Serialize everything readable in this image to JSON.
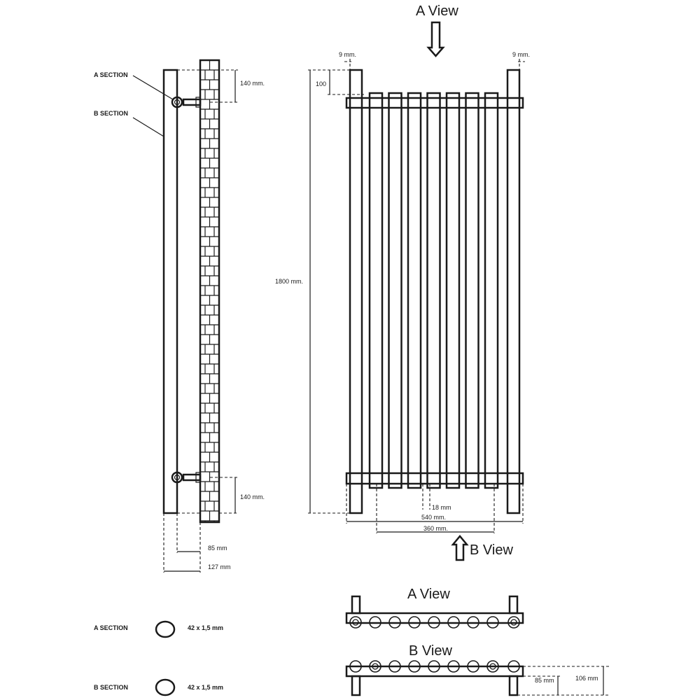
{
  "views": {
    "a_view_top": "A View",
    "b_view_arrow": "B View",
    "a_view_bottom": "A View",
    "b_view_bottom": "B View"
  },
  "side": {
    "a_section_label": "A  SECTION",
    "b_section_label": "B  SECTION",
    "dim_top_140": "140 mm.",
    "dim_bottom_140": "140 mm.",
    "dim_85": "85 mm",
    "dim_127": "127 mm"
  },
  "front": {
    "dim_9_left": "9 mm.",
    "dim_9_right": "9 mm.",
    "dim_100": "100",
    "dim_1800": "1800  mm.",
    "dim_18": "18 mm",
    "dim_540": "540 mm.",
    "dim_360": "360 mm."
  },
  "plan": {
    "dim_85": "85 mm",
    "dim_106": "106 mm"
  },
  "sections": [
    {
      "label": "A  SECTION",
      "size": "42 x 1,5 mm"
    },
    {
      "label": "B  SECTION",
      "size": "42 x 1,5 mm"
    }
  ],
  "icons": {
    "down_arrow": "down-arrow-icon",
    "up_arrow": "up-arrow-icon"
  }
}
